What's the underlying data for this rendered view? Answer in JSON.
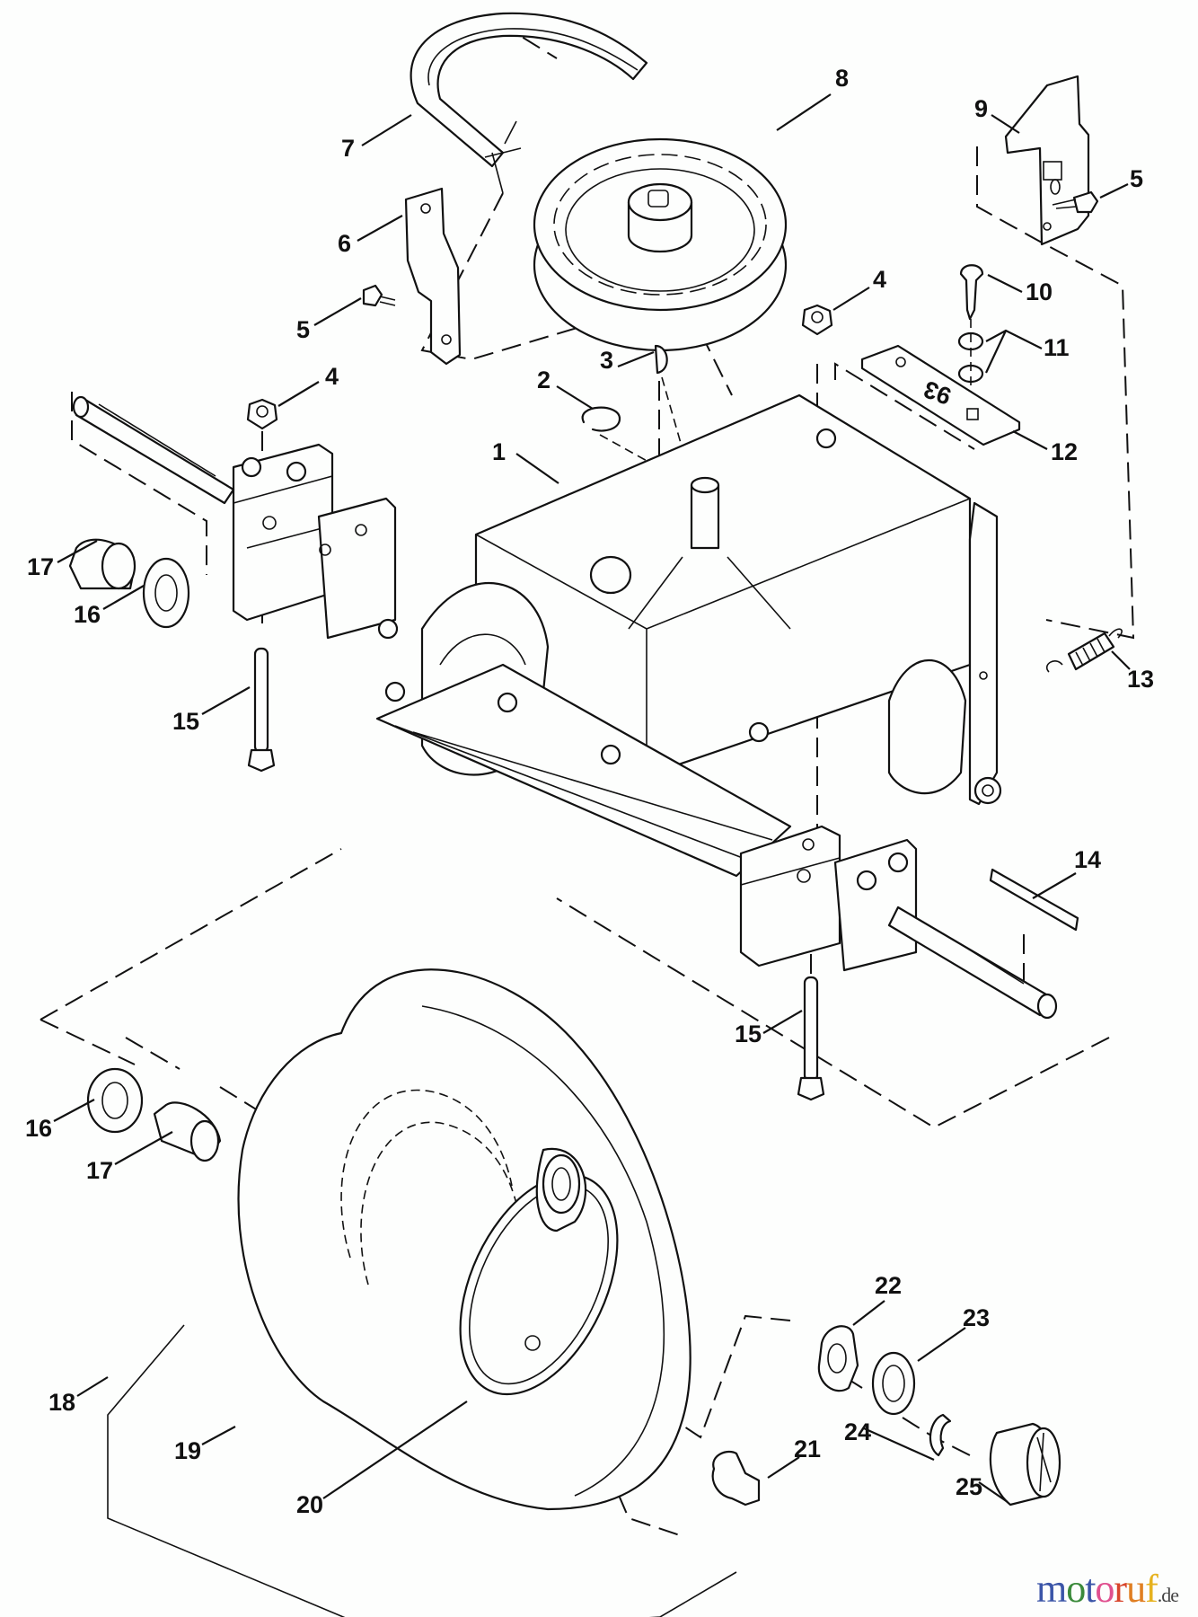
{
  "diagram": {
    "title": "Transaxle, pulley and rear wheel assembly (exploded parts view)",
    "callouts": [
      {
        "ref": "1",
        "part": "transaxle"
      },
      {
        "ref": "2",
        "part": "retaining-ring"
      },
      {
        "ref": "3",
        "part": "woodruff-key"
      },
      {
        "ref": "4",
        "part": "flange-nut"
      },
      {
        "ref": "4",
        "part": "flange-nut"
      },
      {
        "ref": "5",
        "part": "hex-bolt"
      },
      {
        "ref": "5",
        "part": "hex-bolt"
      },
      {
        "ref": "6",
        "part": "belt-guide-bracket"
      },
      {
        "ref": "7",
        "part": "v-belt"
      },
      {
        "ref": "8",
        "part": "drive-pulley"
      },
      {
        "ref": "9",
        "part": "mounting-bracket"
      },
      {
        "ref": "10",
        "part": "carriage-bolt"
      },
      {
        "ref": "11",
        "part": "washers"
      },
      {
        "ref": "12",
        "part": "plate"
      },
      {
        "ref": "13",
        "part": "extension-spring"
      },
      {
        "ref": "14",
        "part": "axle-key"
      },
      {
        "ref": "15",
        "part": "axle-bolt"
      },
      {
        "ref": "15",
        "part": "axle-bolt"
      },
      {
        "ref": "16",
        "part": "flat-washer"
      },
      {
        "ref": "16",
        "part": "flat-washer"
      },
      {
        "ref": "17",
        "part": "spacer-bushing"
      },
      {
        "ref": "17",
        "part": "spacer-bushing"
      },
      {
        "ref": "18",
        "part": "wheel-assembly"
      },
      {
        "ref": "19",
        "part": "tire"
      },
      {
        "ref": "20",
        "part": "rim"
      },
      {
        "ref": "21",
        "part": "valve-stem"
      },
      {
        "ref": "22",
        "part": "lock-washer"
      },
      {
        "ref": "23",
        "part": "flat-washer"
      },
      {
        "ref": "24",
        "part": "e-ring"
      },
      {
        "ref": "25",
        "part": "hub-cap"
      }
    ],
    "plate_marking": "93"
  },
  "watermark": {
    "letters": [
      "m",
      "o",
      "t",
      "o",
      "r",
      "u",
      "f"
    ],
    "colors": [
      "#3b55a8",
      "#3b8a3b",
      "#3b55a8",
      "#e0508f",
      "#d8452c",
      "#e07f22",
      "#e6b21f"
    ],
    "tld": ".de"
  }
}
